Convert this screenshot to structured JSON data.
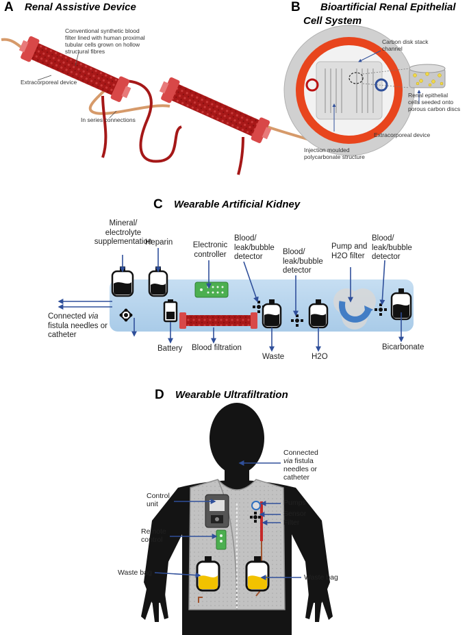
{
  "colors": {
    "arrow": "#2f4f9a",
    "tube": "#b01e1e",
    "tubeCap": "#d84848",
    "band": "#b7d5ee",
    "bagYellow": "#f2c200",
    "vest": "#bdbdbd",
    "body": "#141414",
    "ring": "#e8451d"
  },
  "panelA": {
    "letter": "A",
    "title": "Renal Assistive Device",
    "note_filter": [
      "Conventional synthetic blood",
      "filter lined with human proximal",
      "tubular cells grown on hollow",
      "structural fibres"
    ],
    "note_extracorporeal": "Extracorporeal device",
    "note_series": "In series connections"
  },
  "panelB": {
    "letter": "B",
    "title_line1": "Bioartificial Renal Epithelial",
    "title_line2": "Cell System",
    "note_stack": [
      "Carbon disk stack",
      "channel"
    ],
    "note_cells": [
      "Renal epithelial",
      "cells seeded onto",
      "porous carbon discs"
    ],
    "note_extracorporeal": "Extracorporeal device",
    "note_injection": [
      "Injection moulded",
      "polycarbonate structure"
    ]
  },
  "panelC": {
    "letter": "C",
    "title": "Wearable Artificial Kidney",
    "mineral": [
      "Mineral/",
      "electrolyte",
      "supplementation"
    ],
    "heparin": "Heparin",
    "controller": [
      "Electronic",
      "controller"
    ],
    "detector1": [
      "Blood/",
      "leak/bubble",
      "detector"
    ],
    "detector2": [
      "Blood/",
      "leak/bubble",
      "detector"
    ],
    "pump": [
      "Pump and",
      "H2O filter"
    ],
    "detector3": [
      "Blood/",
      "leak/bubble",
      "detector"
    ],
    "connected": {
      "pre": "Connected ",
      "via": "via",
      "line2": "fistula needles or",
      "line3": "catheter"
    },
    "battery": "Battery",
    "filtration": "Blood filtration",
    "waste": "Waste",
    "water": "H2O",
    "bicarbonate": "Bicarbonate"
  },
  "panelD": {
    "letter": "D",
    "title": "Wearable Ultrafiltration",
    "connected": {
      "line1": "Connected",
      "via": "via",
      "line2_rest": " fistula",
      "line3": "needles or",
      "line4": "catheter"
    },
    "control": [
      "Control",
      "unit"
    ],
    "remote": [
      "Remote",
      "control"
    ],
    "pumps": "Pumps",
    "sensor": "Sensor",
    "filter": "Filter",
    "waste_left": "Waste bag",
    "waste_right": "Waste bag"
  }
}
